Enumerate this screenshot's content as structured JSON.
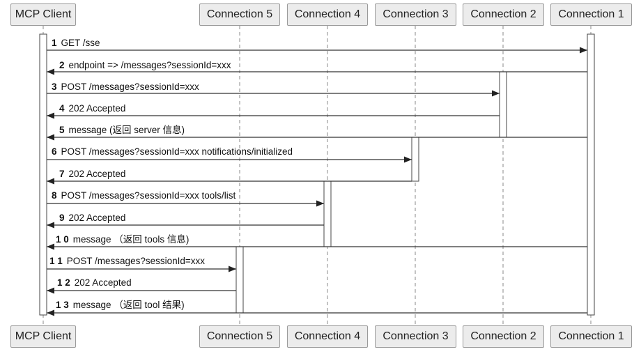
{
  "participants": [
    "MCP Client",
    "Connection 5",
    "Connection 4",
    "Connection 3",
    "Connection 2",
    "Connection 1"
  ],
  "messages": [
    {
      "num": "1",
      "text": "GET /sse",
      "from": 0,
      "to": 5
    },
    {
      "num": "2",
      "text": "endpoint => /messages?sessionId=xxx",
      "from": 5,
      "to": 0
    },
    {
      "num": "3",
      "text": "POST /messages?sessionId=xxx",
      "from": 0,
      "to": 4
    },
    {
      "num": "4",
      "text": "202 Accepted",
      "from": 4,
      "to": 0
    },
    {
      "num": "5",
      "text": "message (返回 server 信息)",
      "from": 5,
      "to": 0
    },
    {
      "num": "6",
      "text": "POST /messages?sessionId=xxx notifications/initialized",
      "from": 0,
      "to": 3
    },
    {
      "num": "7",
      "text": "202 Accepted",
      "from": 3,
      "to": 0
    },
    {
      "num": "8",
      "text": "POST /messages?sessionId=xxx tools/list",
      "from": 0,
      "to": 2
    },
    {
      "num": "9",
      "text": "202 Accepted",
      "from": 2,
      "to": 0
    },
    {
      "num": "1 0",
      "text": "message （返回 tools 信息)",
      "from": 5,
      "to": 0
    },
    {
      "num": "1 1",
      "text": "POST /messages?sessionId=xxx",
      "from": 0,
      "to": 1
    },
    {
      "num": "1 2",
      "text": "202 Accepted",
      "from": 1,
      "to": 0
    },
    {
      "num": "1 3",
      "text": "message （返回 tool 结果)",
      "from": 5,
      "to": 0
    }
  ]
}
